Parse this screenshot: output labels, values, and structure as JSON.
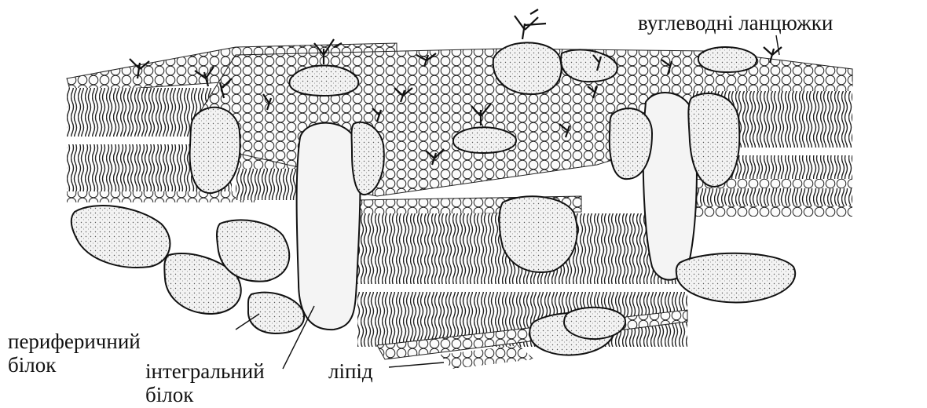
{
  "labels": {
    "carbohydrate_chains": "вуглеводні ланцюжки",
    "peripheral_protein": [
      "периферичний",
      "білок"
    ],
    "integral_protein": [
      "інтегральний",
      "білок"
    ],
    "lipid": "ліпід"
  },
  "colors": {
    "ink": "#111111",
    "protein_fill": "#f1f1f1",
    "head_fill": "#fafafa",
    "background": "#ffffff"
  }
}
